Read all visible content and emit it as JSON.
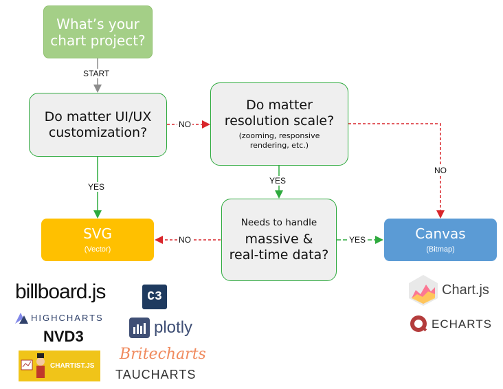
{
  "nodes": {
    "start": {
      "line1": "What’s your",
      "line2": "chart project?"
    },
    "ux": {
      "line1": "Do matter UI/UX",
      "line2": "customization?"
    },
    "resolution": {
      "line1": "Do matter",
      "line2": "resolution scale?",
      "detail1": "(zooming, responsive",
      "detail2": "rendering, etc.)"
    },
    "massive": {
      "line1": "Needs to handle",
      "line2": "massive &",
      "line3": "real-time data?"
    },
    "svg": {
      "title": "SVG",
      "subtitle": "(Vector)"
    },
    "canvas": {
      "title": "Canvas",
      "subtitle": "(Bitmap)"
    }
  },
  "edges": {
    "start_label": "START",
    "ux_no": "NO",
    "ux_yes": "YES",
    "res_yes": "YES",
    "res_no": "NO",
    "massive_no": "NO",
    "massive_yes": "YES"
  },
  "colors": {
    "start_fill": "#a4cf87",
    "question_border": "#2eaa3e",
    "svg_fill": "#ffc000",
    "canvas_fill": "#5b9bd5",
    "yes_arrow": "#2eaa3e",
    "no_arrow": "#d9262b",
    "start_arrow": "#8c8c8c"
  },
  "svg_libraries": {
    "billboard": "billboard.js",
    "c3": "C3",
    "highcharts": "HIGHCHARTS",
    "plotly": "plotly",
    "nvd3": "NVD3",
    "britecharts": "Britecharts",
    "chartist": "CHARTIST.JS",
    "taucharts": "TAUCHARTS"
  },
  "canvas_libraries": {
    "chartjs": "Chart.js",
    "echarts": "ECHARTS"
  }
}
